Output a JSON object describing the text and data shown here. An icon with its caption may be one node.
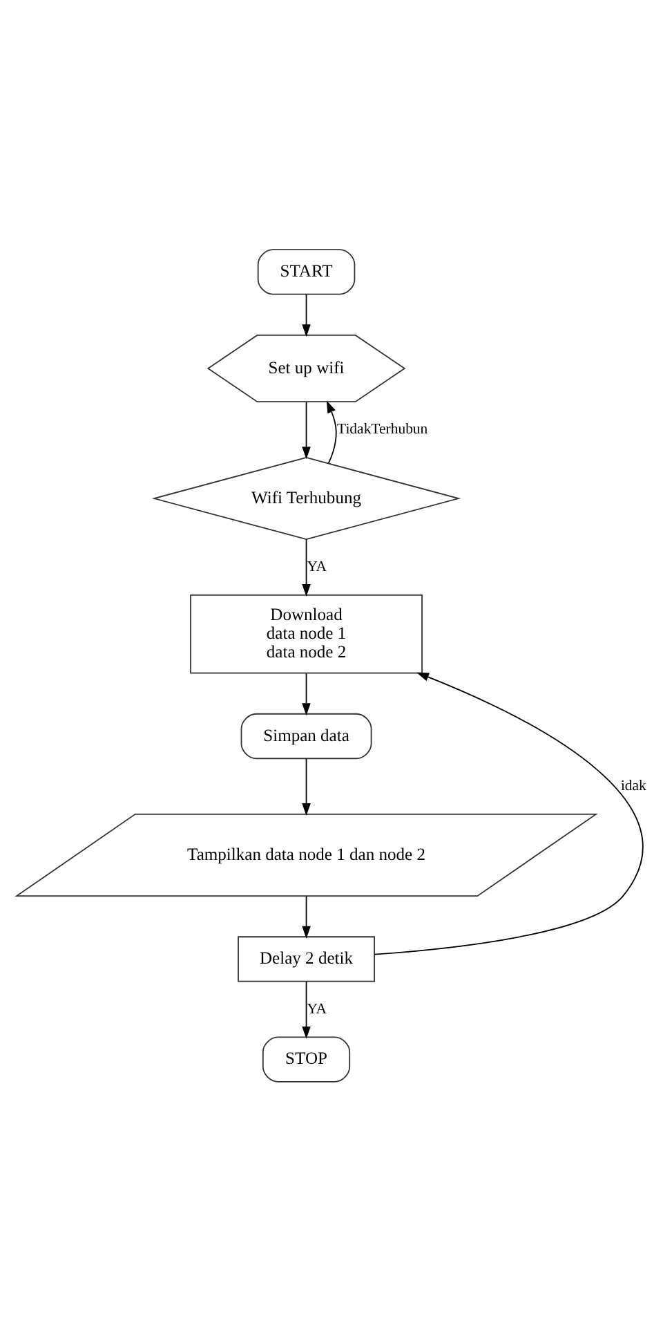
{
  "diagram": {
    "nodes": [
      {
        "text": [
          "START"
        ]
      },
      {
        "text": [
          "Set up wifi"
        ]
      },
      {
        "text": [
          "Wifi Terhubung"
        ]
      },
      {
        "text": [
          "Download",
          "data node 1",
          "data node 2"
        ]
      },
      {
        "text": [
          "Simpan data"
        ]
      },
      {
        "text": [
          "Tampilkan data node 1 dan node 2"
        ]
      },
      {
        "text": [
          "Delay 2 detik"
        ]
      },
      {
        "text": [
          "STOP"
        ]
      }
    ],
    "edges": [
      {
        "from": 0,
        "to": 1,
        "arrow": "to"
      },
      {
        "from": 1,
        "to": 2,
        "arrow": "to"
      },
      {
        "from": 2,
        "to": 1,
        "arrow": "to",
        "label": "TidakTerhubun"
      },
      {
        "from": 2,
        "to": 3,
        "arrow": "to",
        "label": "YA"
      },
      {
        "from": 3,
        "to": 4,
        "arrow": "to"
      },
      {
        "from": 4,
        "to": 5,
        "arrow": "to"
      },
      {
        "from": 5,
        "to": 6,
        "arrow": "to"
      },
      {
        "from": 6,
        "to": 7,
        "arrow": "to",
        "label": "YA"
      },
      {
        "from": 6,
        "to": 3,
        "arrow": "to",
        "label": "idak"
      }
    ]
  }
}
